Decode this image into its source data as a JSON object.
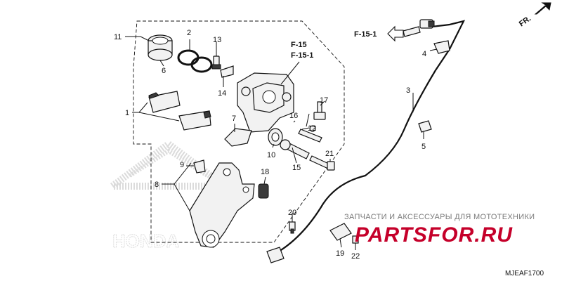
{
  "callouts": {
    "c1": "1",
    "c2": "2",
    "c3": "3",
    "c4": "4",
    "c5": "5",
    "c6": "6",
    "c7": "7",
    "c8": "8",
    "c9": "9",
    "c10": "10",
    "c11": "11",
    "c12": "12",
    "c13": "13",
    "c14": "14",
    "c15": "15",
    "c16": "16",
    "c17": "17",
    "c18": "18",
    "c19": "19",
    "c20": "20",
    "c21": "21",
    "c22": "22"
  },
  "references": {
    "fr": "FR.",
    "f15_a": "F-15",
    "f15_1_a": "F-15-1",
    "f15_1_b": "F-15-1"
  },
  "watermark": {
    "text": "ЗАПЧАСТИ И АКСЕССУАРЫ ДЛЯ МОТОТЕХНИКИ",
    "brand": "PARTSFOR.RU",
    "honda": "HONDA"
  },
  "diagram_code": "MJEAF1700",
  "colors": {
    "brand_red": "#c5002a",
    "ink": "#111111"
  }
}
